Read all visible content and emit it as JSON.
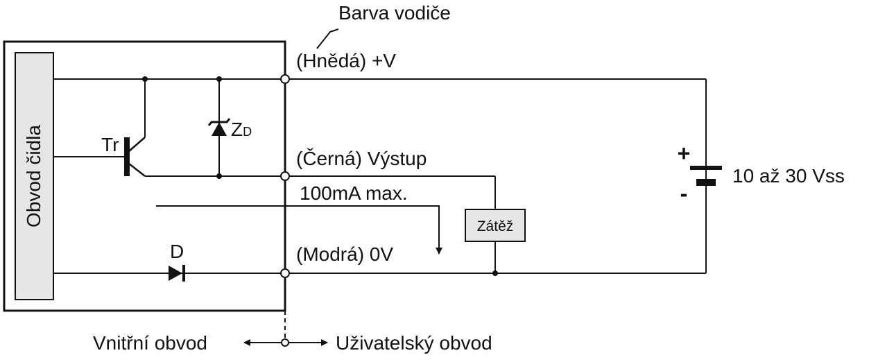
{
  "labels": {
    "wire_color": "Barva vodiče",
    "brown": "(Hnědá) +V",
    "black": "(Černá) Výstup",
    "blue": "(Modrá) 0V",
    "current": "100mA  max.",
    "sensor_circuit": "Obvod čidla",
    "transistor": "Tr",
    "zener_main": "Z",
    "zener_sub": "D",
    "diode": "D",
    "load": "Zátěž",
    "supply": "10 až 30 Vss",
    "plus": "+",
    "minus": "-",
    "internal": "Vnitřní obvod",
    "user": "Uživatelský obvod"
  },
  "colors": {
    "line": "#111111",
    "box_fill": "#e6e6e6",
    "background": "#ffffff"
  }
}
